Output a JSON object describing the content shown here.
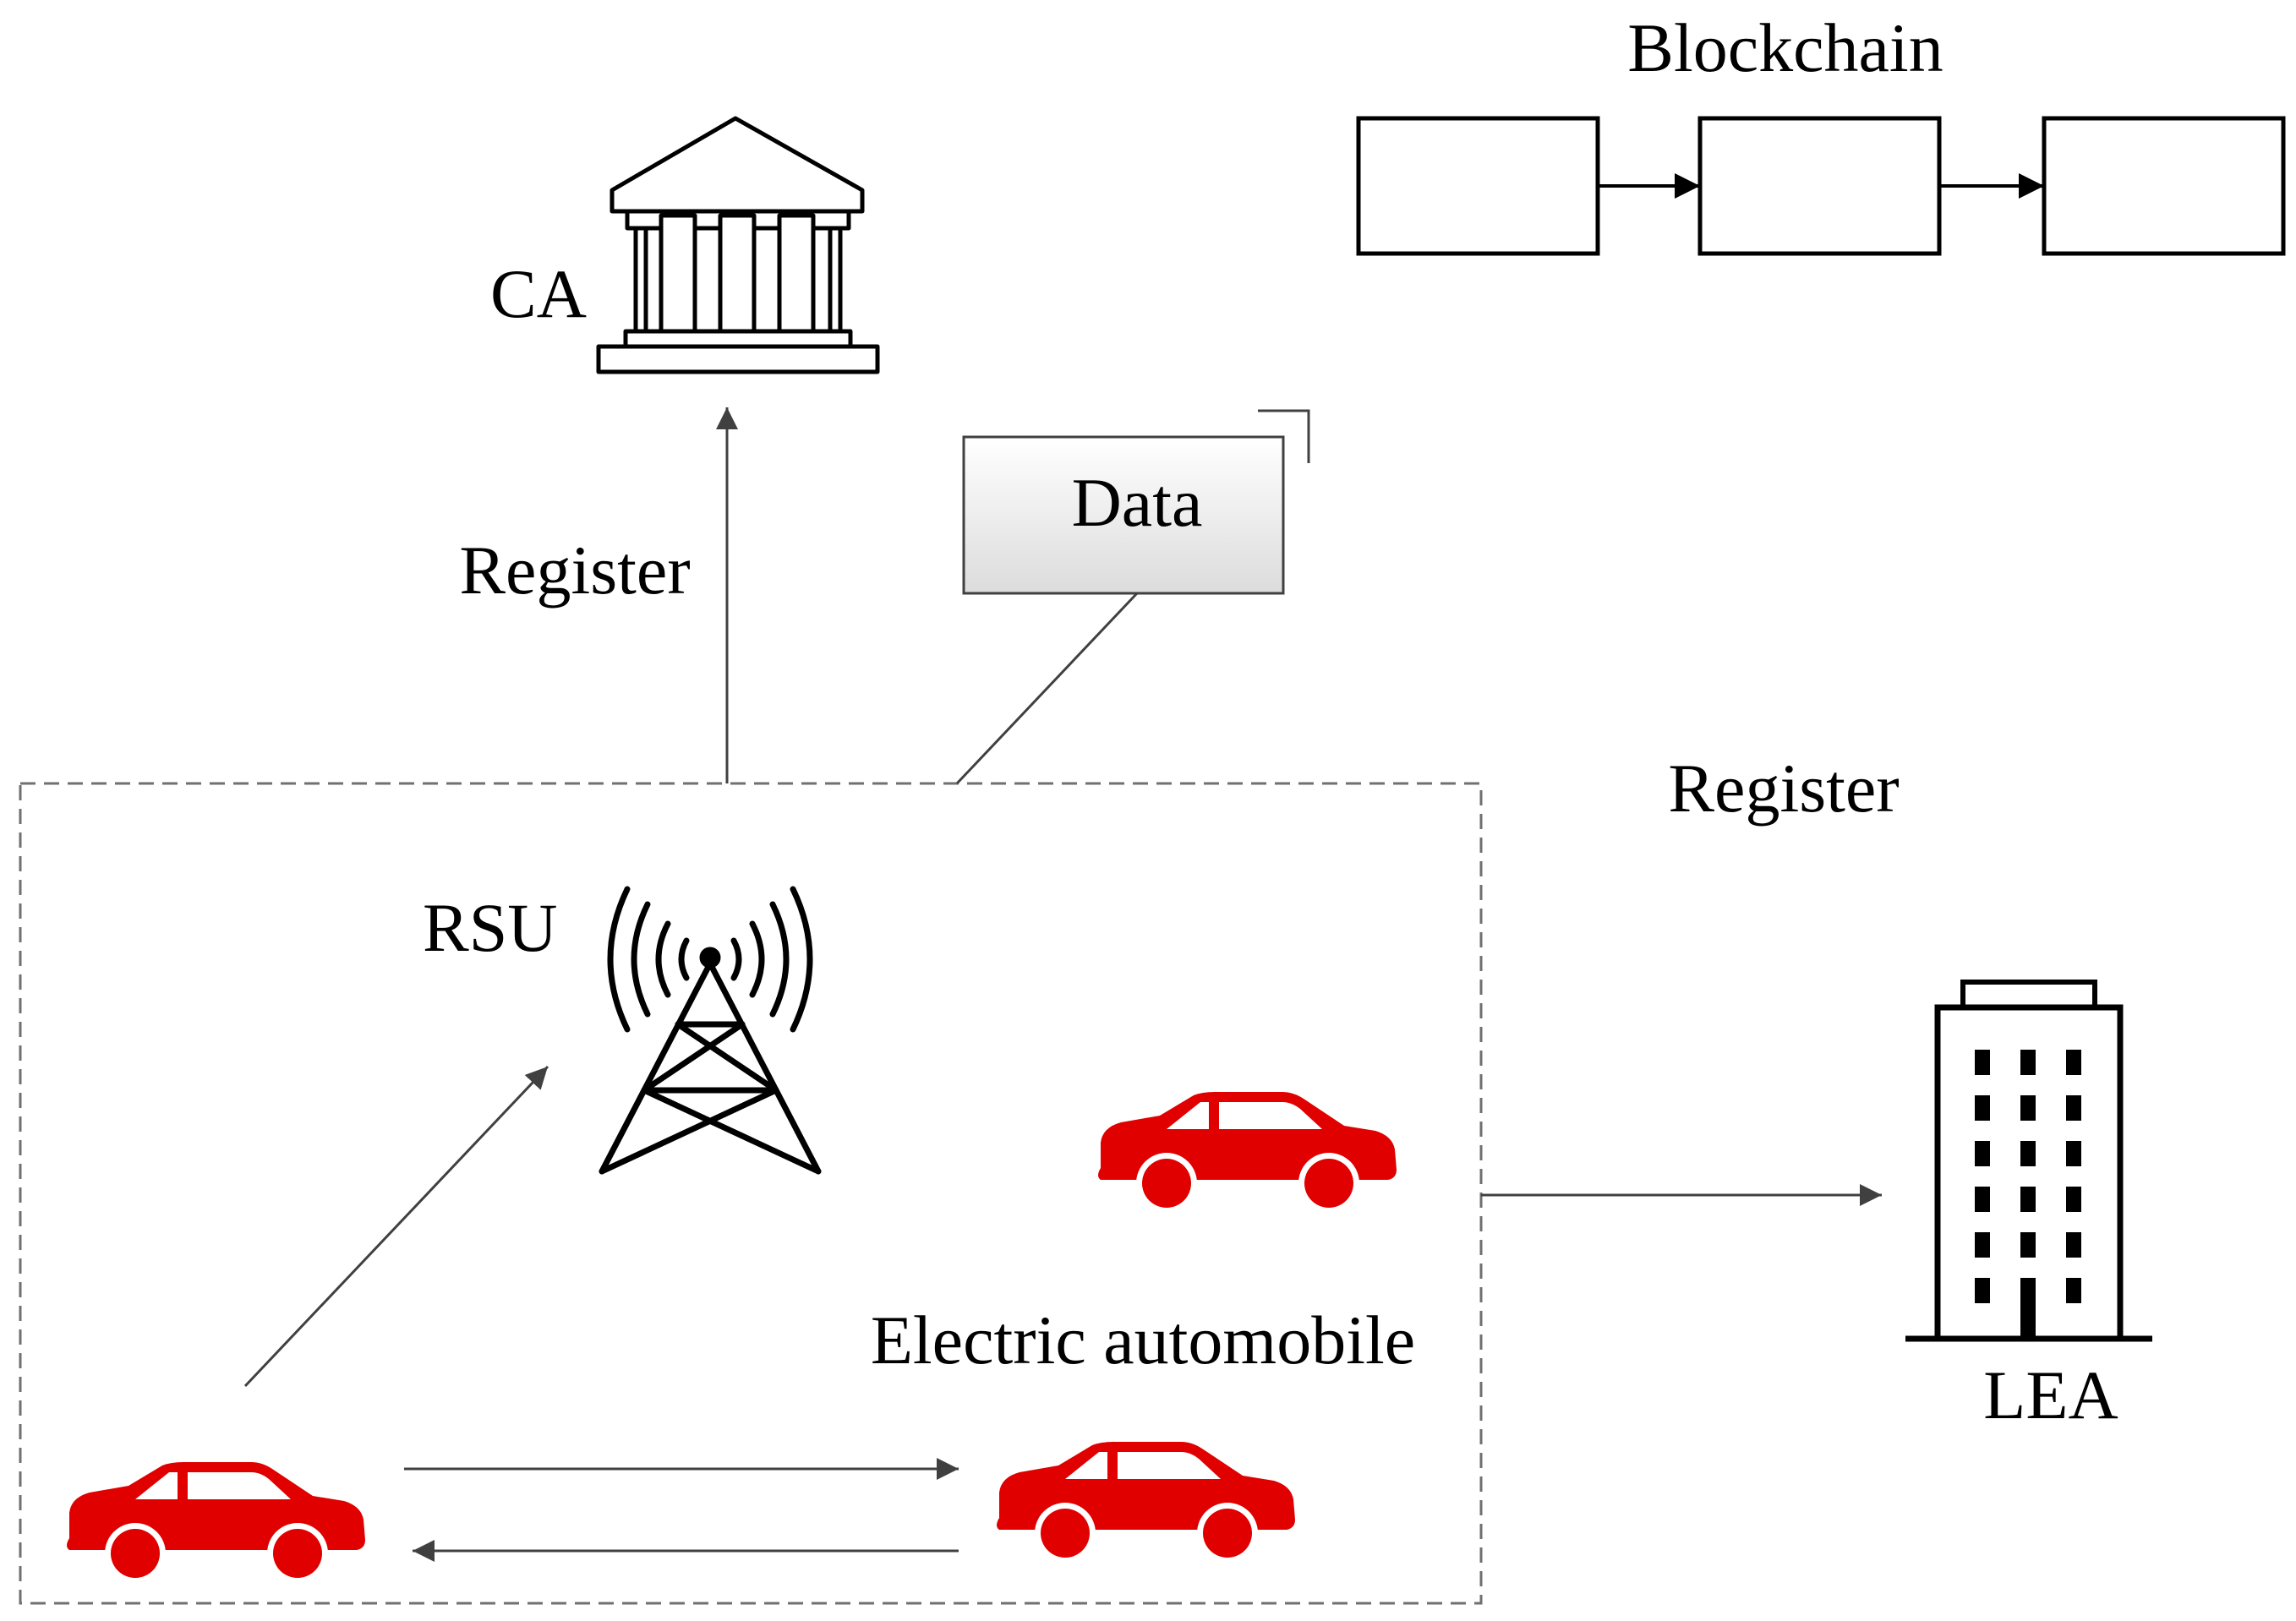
{
  "labels": {
    "blockchain": "Blockchain",
    "ca": "CA",
    "data": "Data",
    "register_ca": "Register",
    "register_lea": "Register",
    "rsu": "RSU",
    "electric_automobile": "Electric automobile",
    "lea": "LEA"
  },
  "blockchain": {
    "block_count": 3
  },
  "colors": {
    "car": "#e00000",
    "arrow": "#404040",
    "outline": "#000000",
    "dashed_border": "#707070"
  },
  "icons": {
    "ca": "bank-building-icon",
    "rsu": "radio-tower-icon",
    "lea": "office-building-icon",
    "car": "car-icon",
    "data": "document-card-icon"
  }
}
